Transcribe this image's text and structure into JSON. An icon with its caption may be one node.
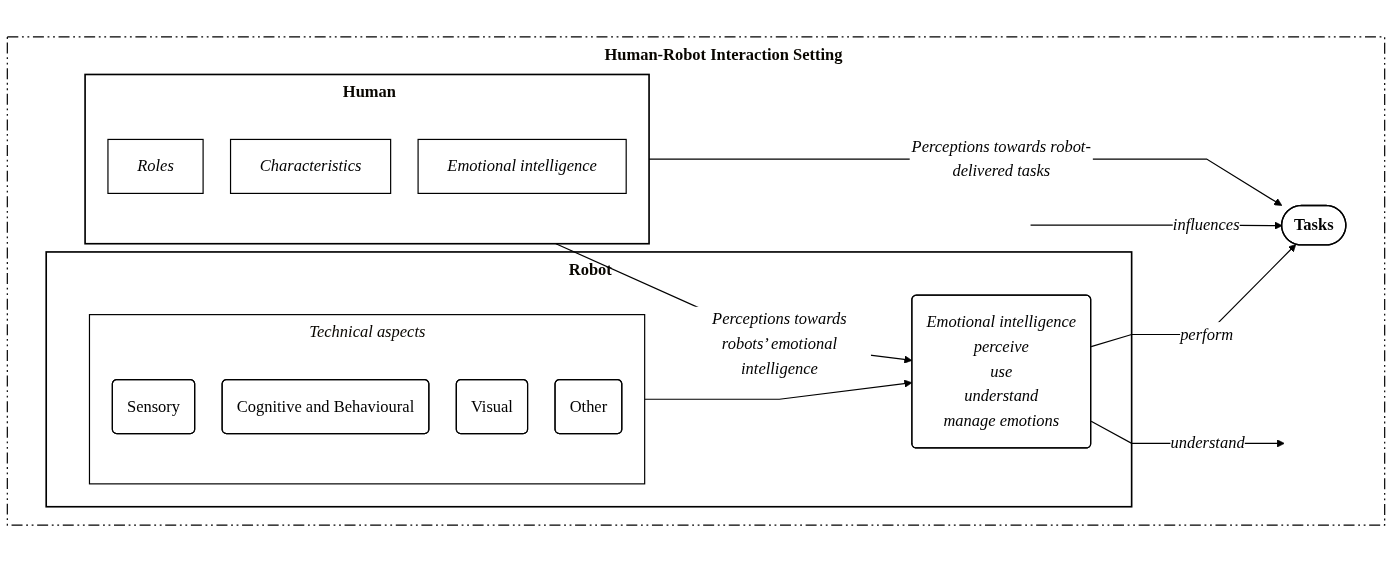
{
  "diagram": {
    "nodes": [
      {
        "text": [
          "Human-Robot Interaction Setting"
        ]
      },
      {
        "text": [
          "Robot"
        ],
        "in": 0
      },
      {
        "text": [
          "Technical aspects"
        ],
        "in": 1
      },
      {
        "text": [
          "Sensory"
        ],
        "in": 2
      },
      {
        "text": [
          "Cognitive and Behavioural"
        ],
        "in": 2
      },
      {
        "text": [
          "Visual"
        ],
        "in": 2
      },
      {
        "text": [
          "Other"
        ],
        "in": 2
      },
      {
        "text": [
          "Emotional intelligence",
          "perceive",
          "use",
          "understand",
          "manage emotions"
        ],
        "in": 1
      },
      {
        "text": [
          "Tasks"
        ],
        "in": 0
      },
      {
        "text": [
          "Human"
        ],
        "in": 0
      },
      {
        "text": [
          "Roles"
        ],
        "in": 9
      },
      {
        "text": [
          "Characteristics"
        ],
        "in": 9
      },
      {
        "text": [
          "Emotional intelligence"
        ],
        "in": 9
      }
    ],
    "edges": [
      {
        "from": 2,
        "to": 7,
        "arrow": "to"
      },
      {
        "from": 7,
        "to": null,
        "arrow": "to",
        "label": "understand"
      },
      {
        "from": null,
        "to": 8,
        "arrow": "to",
        "label": "influences"
      },
      {
        "from": 7,
        "to": 8,
        "arrow": "to",
        "label": "perform"
      },
      {
        "from": 9,
        "to": 8,
        "arrow": "to",
        "label": "Perceptions towards robot-delivered tasks"
      },
      {
        "from": 9,
        "to": 7,
        "arrow": "to",
        "label": "Perceptions towards robots’ emotional intelligence"
      }
    ]
  }
}
